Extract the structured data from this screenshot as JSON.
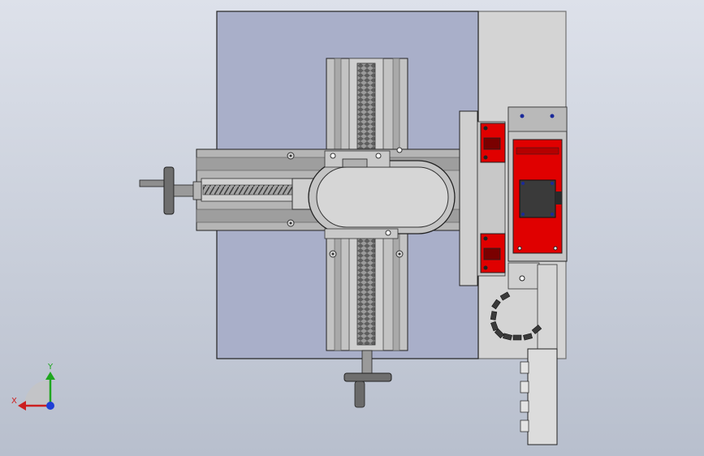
{
  "viewport": {
    "background_top": "#dde1ea",
    "background_bottom": "#b8bfcd"
  },
  "model": {
    "view": "top",
    "colors": {
      "base_plate": "#a9afc9",
      "steel": "#c8c8c8",
      "dark_steel": "#8a8a8a",
      "rail_slot": "#bdbdbd",
      "highlight_red": "#e00000",
      "motor_body": "#3a3a3a",
      "outline": "#222222",
      "bearing_blue": "#1a2a9a"
    },
    "components": [
      {
        "name": "base-plate"
      },
      {
        "name": "vertical-slide-rail"
      },
      {
        "name": "horizontal-slide-rail"
      },
      {
        "name": "rounded-carriage"
      },
      {
        "name": "left-handwheel"
      },
      {
        "name": "bottom-handwheel"
      },
      {
        "name": "right-side-frame"
      },
      {
        "name": "red-linear-guide-blocks"
      },
      {
        "name": "red-motor-mount"
      },
      {
        "name": "drag-chain"
      },
      {
        "name": "lower-connector-block"
      }
    ]
  },
  "triad": {
    "x_label": "X",
    "y_label": "Y",
    "x_color": "#cc1f1f",
    "y_color": "#1fa61f",
    "z_color": "#1f3fd6"
  }
}
